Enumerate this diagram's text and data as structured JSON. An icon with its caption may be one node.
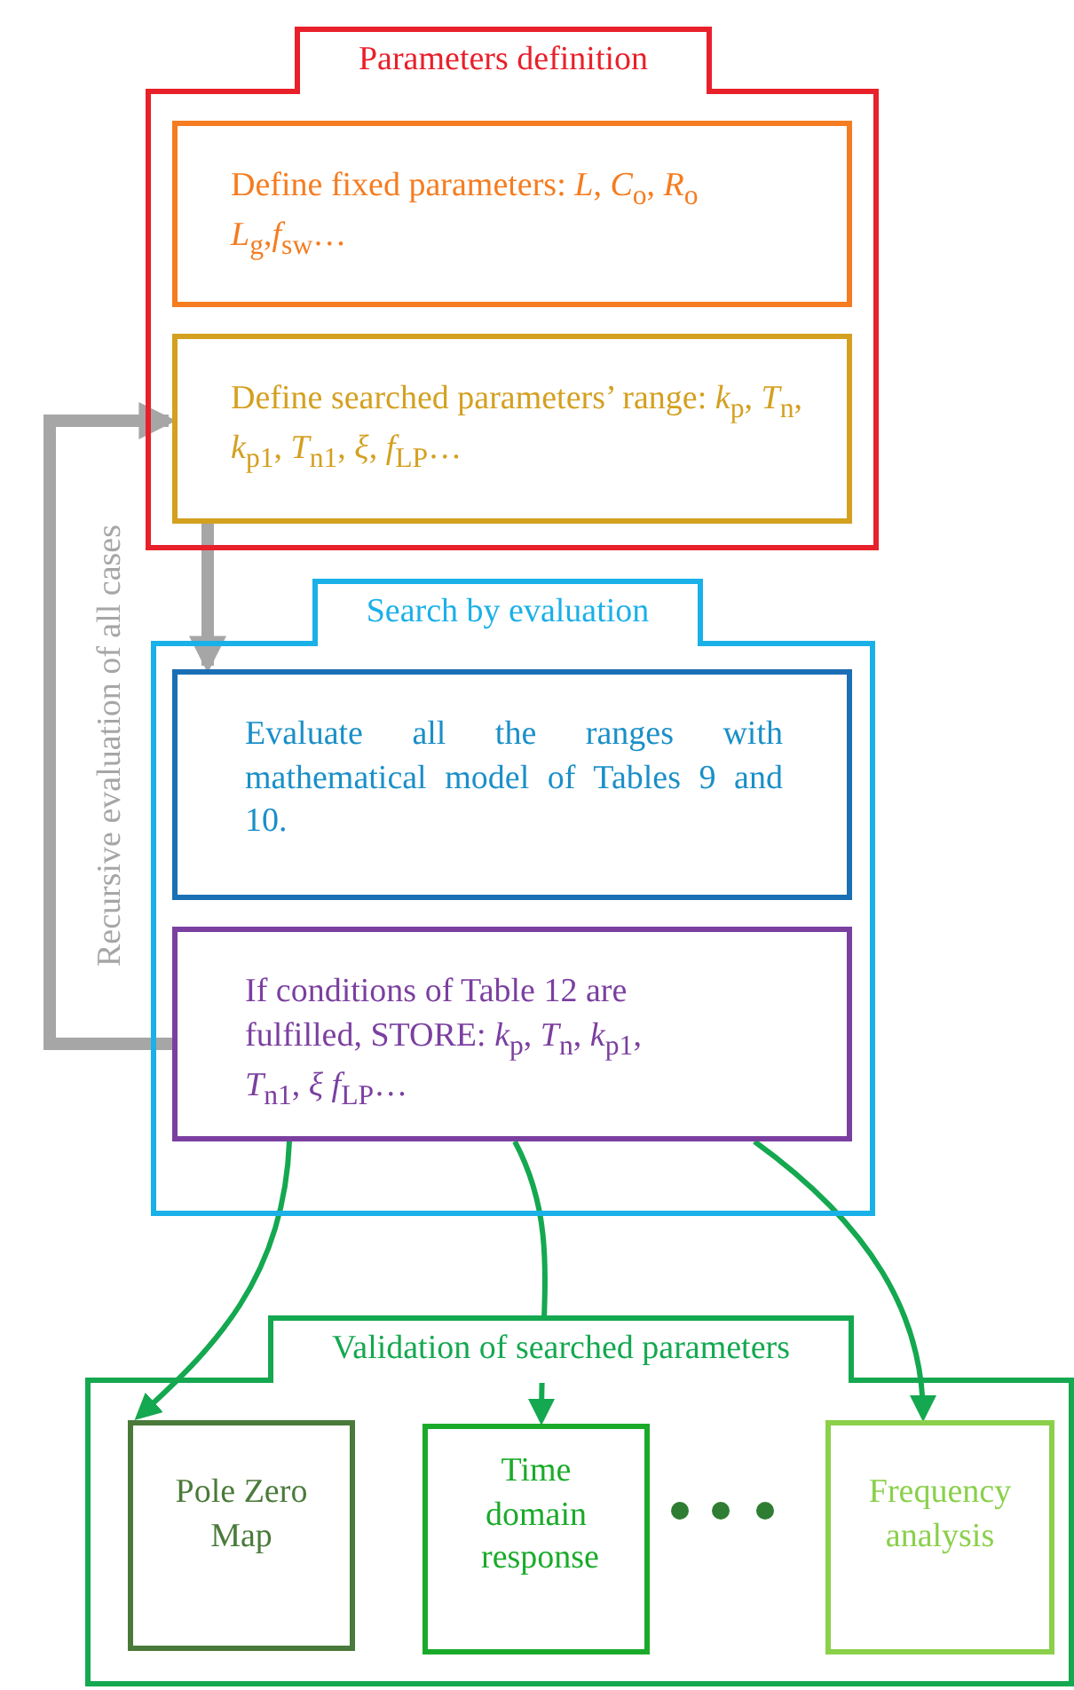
{
  "diagram": {
    "nodes": [
      {
        "text": [
          "Parameters definition"
        ]
      },
      {
        "text": [
          "Define fixed parameters: *L*, *C*$_{o}$, *R*$_{o}$ *L*$_{g}$,*f*$_{sw}$…"
        ],
        "in": 0
      },
      {
        "text": [
          "Define searched parameters’ range: *k*$_{p}$, *T*$_{n}$, *k*$_{p1}$, *T*$_{n1}$, *ξ*, *f*$_{LP}$…"
        ],
        "in": 0
      },
      {
        "text": [
          "Search by evaluation"
        ]
      },
      {
        "text": [
          "Evaluate all the ranges with mathematical model of Tables 9 and 10."
        ],
        "in": 3
      },
      {
        "text": [
          "If conditions of Table 12 are fulfilled, STORE: *k*$_{p}$, *T*$_{n}$, *k*$_{p1}$, *T*$_{n1}$, *ξ* *f*$_{LP}$…"
        ],
        "in": 3
      },
      {
        "text": [
          "Validation of searched parameters"
        ]
      },
      {
        "text": [
          "Pole Zero Map"
        ],
        "in": 6
      },
      {
        "text": [
          "Time domain response"
        ],
        "in": 6
      },
      {
        "text": [
          "Frequency analysis"
        ],
        "in": 6
      }
    ],
    "edges": [
      {
        "from": 5,
        "to": 2,
        "arrow": "to",
        "label": "Recursive evaluation of all cases",
        "style": "thick",
        "color": "#a6a6a6"
      },
      {
        "from": 2,
        "to": 4,
        "arrow": "to",
        "style": "thick",
        "color": "#a6a6a6"
      },
      {
        "from": 5,
        "to": 7,
        "arrow": "to"
      },
      {
        "from": 5,
        "to": 8,
        "arrow": "to"
      },
      {
        "from": 5,
        "to": 9,
        "arrow": "to"
      }
    ]
  }
}
